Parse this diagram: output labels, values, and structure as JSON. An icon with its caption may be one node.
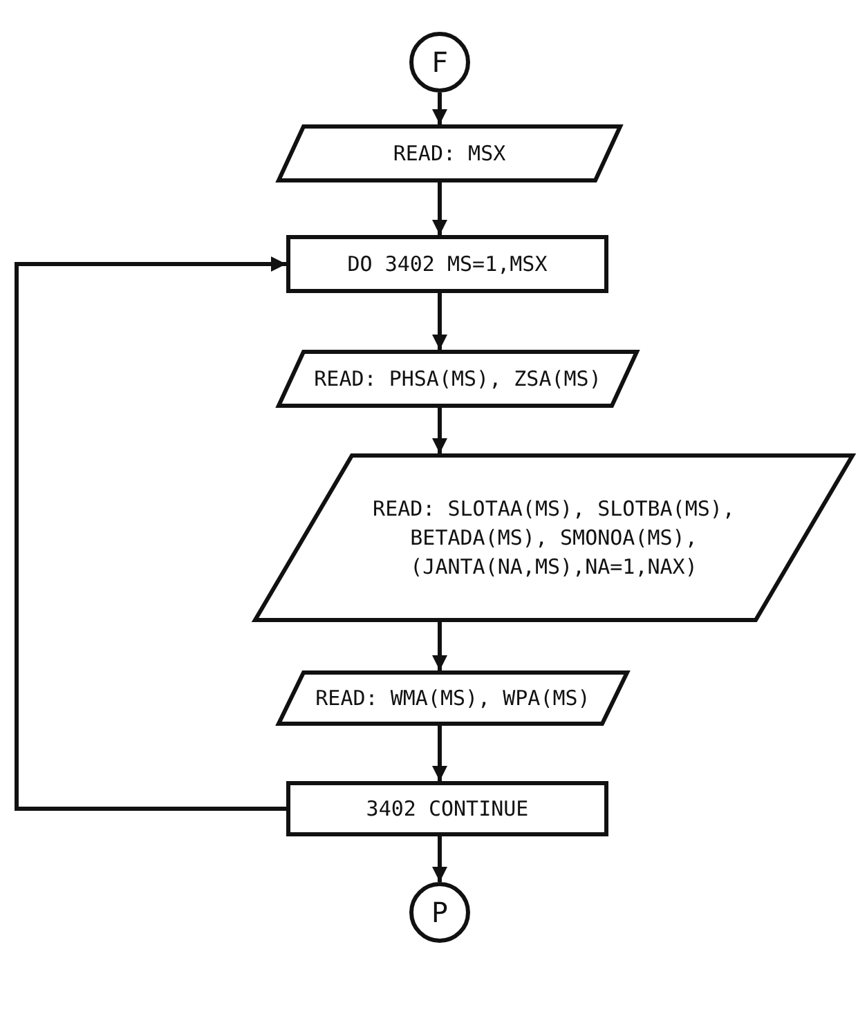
{
  "diagram": {
    "nodes": [
      {
        "text": [
          "F"
        ]
      },
      {
        "text": [
          "READ: MSX"
        ]
      },
      {
        "text": [
          "DO 3402 MS=1,MSX"
        ]
      },
      {
        "text": [
          "READ: PHSA(MS), ZSA(MS)"
        ]
      },
      {
        "text": [
          "READ: SLOTAA(MS), SLOTBA(MS), BETADA(MS), SMONOA(MS), (JANTA(NA,MS),NA=1,NAX)"
        ]
      },
      {
        "text": [
          "READ: WMA(MS), WPA(MS)"
        ]
      },
      {
        "text": [
          "3402 CONTINUE"
        ]
      },
      {
        "text": [
          "P"
        ]
      }
    ],
    "edges": [
      {
        "from": 0,
        "to": 1,
        "arrow": "to"
      },
      {
        "from": 1,
        "to": 2,
        "arrow": "to"
      },
      {
        "from": 2,
        "to": 3,
        "arrow": "to"
      },
      {
        "from": 3,
        "to": 4,
        "arrow": "to"
      },
      {
        "from": 4,
        "to": 5,
        "arrow": "to"
      },
      {
        "from": 5,
        "to": 6,
        "arrow": "to"
      },
      {
        "from": 6,
        "to": 7,
        "arrow": "to"
      },
      {
        "from": 6,
        "to": 2,
        "arrow": "to"
      }
    ]
  }
}
